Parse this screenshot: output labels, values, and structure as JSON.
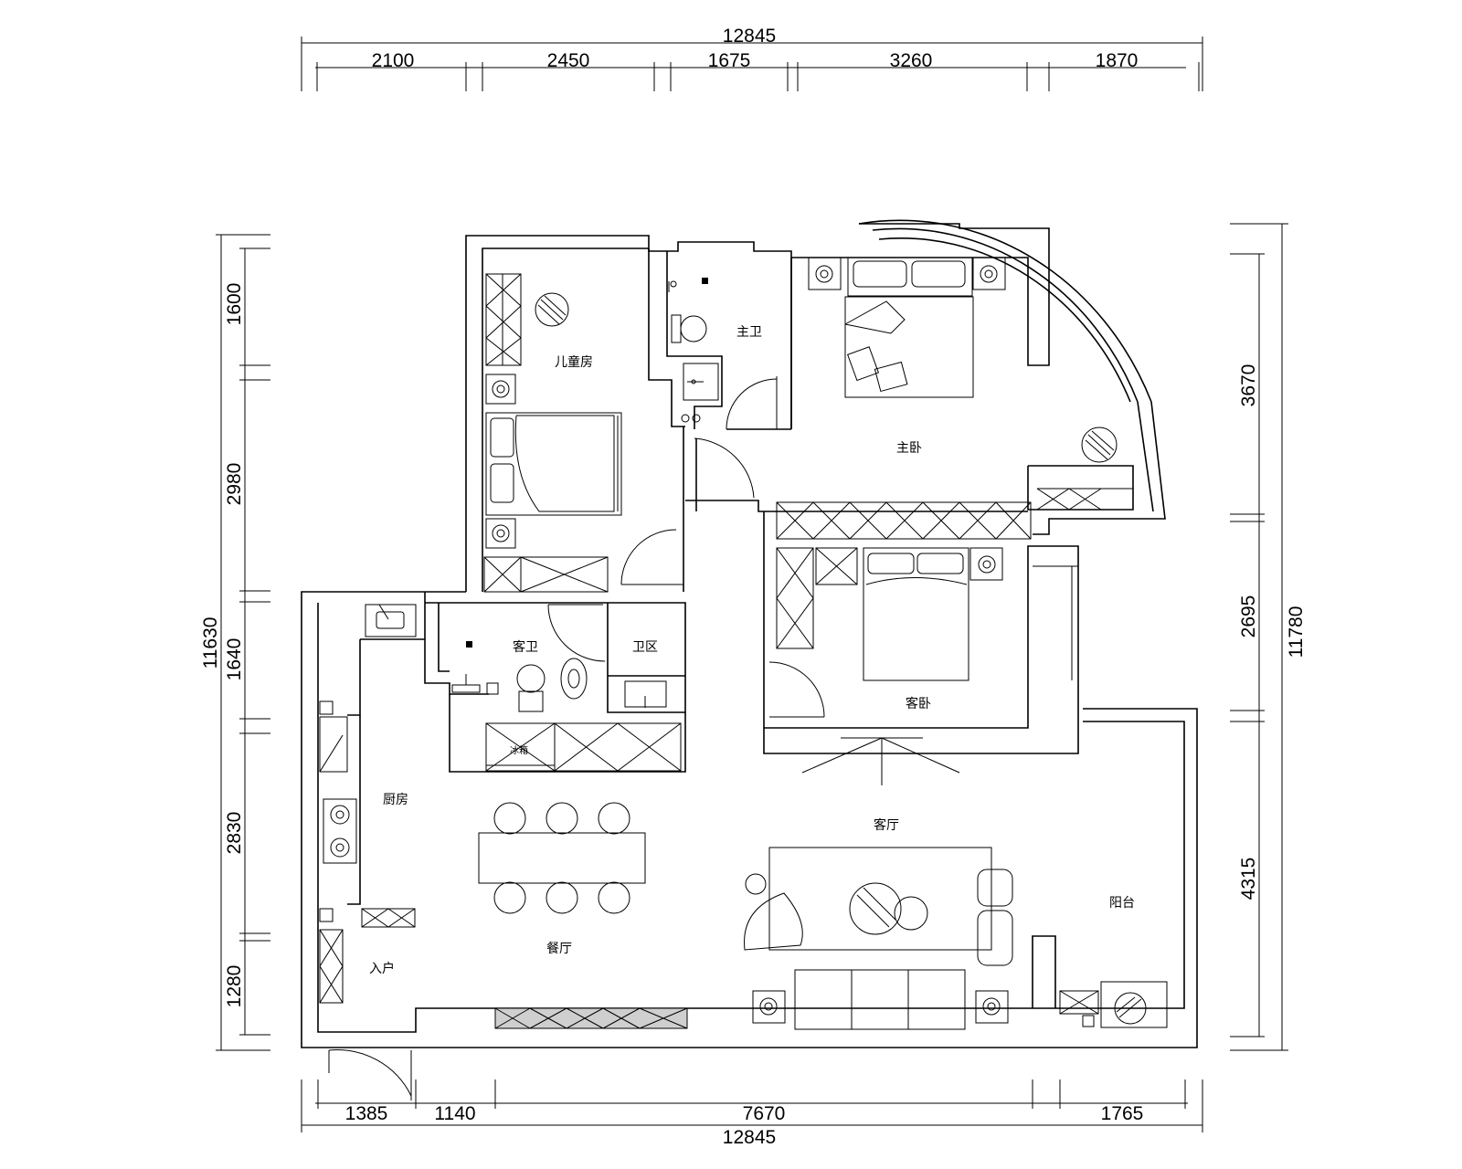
{
  "dimensions": {
    "top_total": "12845",
    "top_segments": [
      "2100",
      "2450",
      "1675",
      "3260",
      "1870"
    ],
    "bottom_total": "12845",
    "bottom_segments": [
      "1385",
      "1140",
      "7670",
      "1765"
    ],
    "left_total": "11630",
    "left_segments": [
      "1600",
      "2980",
      "1640",
      "2830",
      "1280"
    ],
    "right_total": "11780",
    "right_segments": [
      "3670",
      "2695",
      "4315"
    ]
  },
  "rooms": {
    "children_room": "儿童房",
    "master_bath": "主卫",
    "master_bedroom": "主卧",
    "guest_bath": "客卫",
    "utility_area": "卫区",
    "guest_bedroom": "客卧",
    "kitchen": "厨房",
    "living_room": "客厅",
    "dining_room": "餐厅",
    "balcony": "阳台",
    "entrance": "入户"
  },
  "fixtures": {
    "fridge_label": "冰箱"
  }
}
